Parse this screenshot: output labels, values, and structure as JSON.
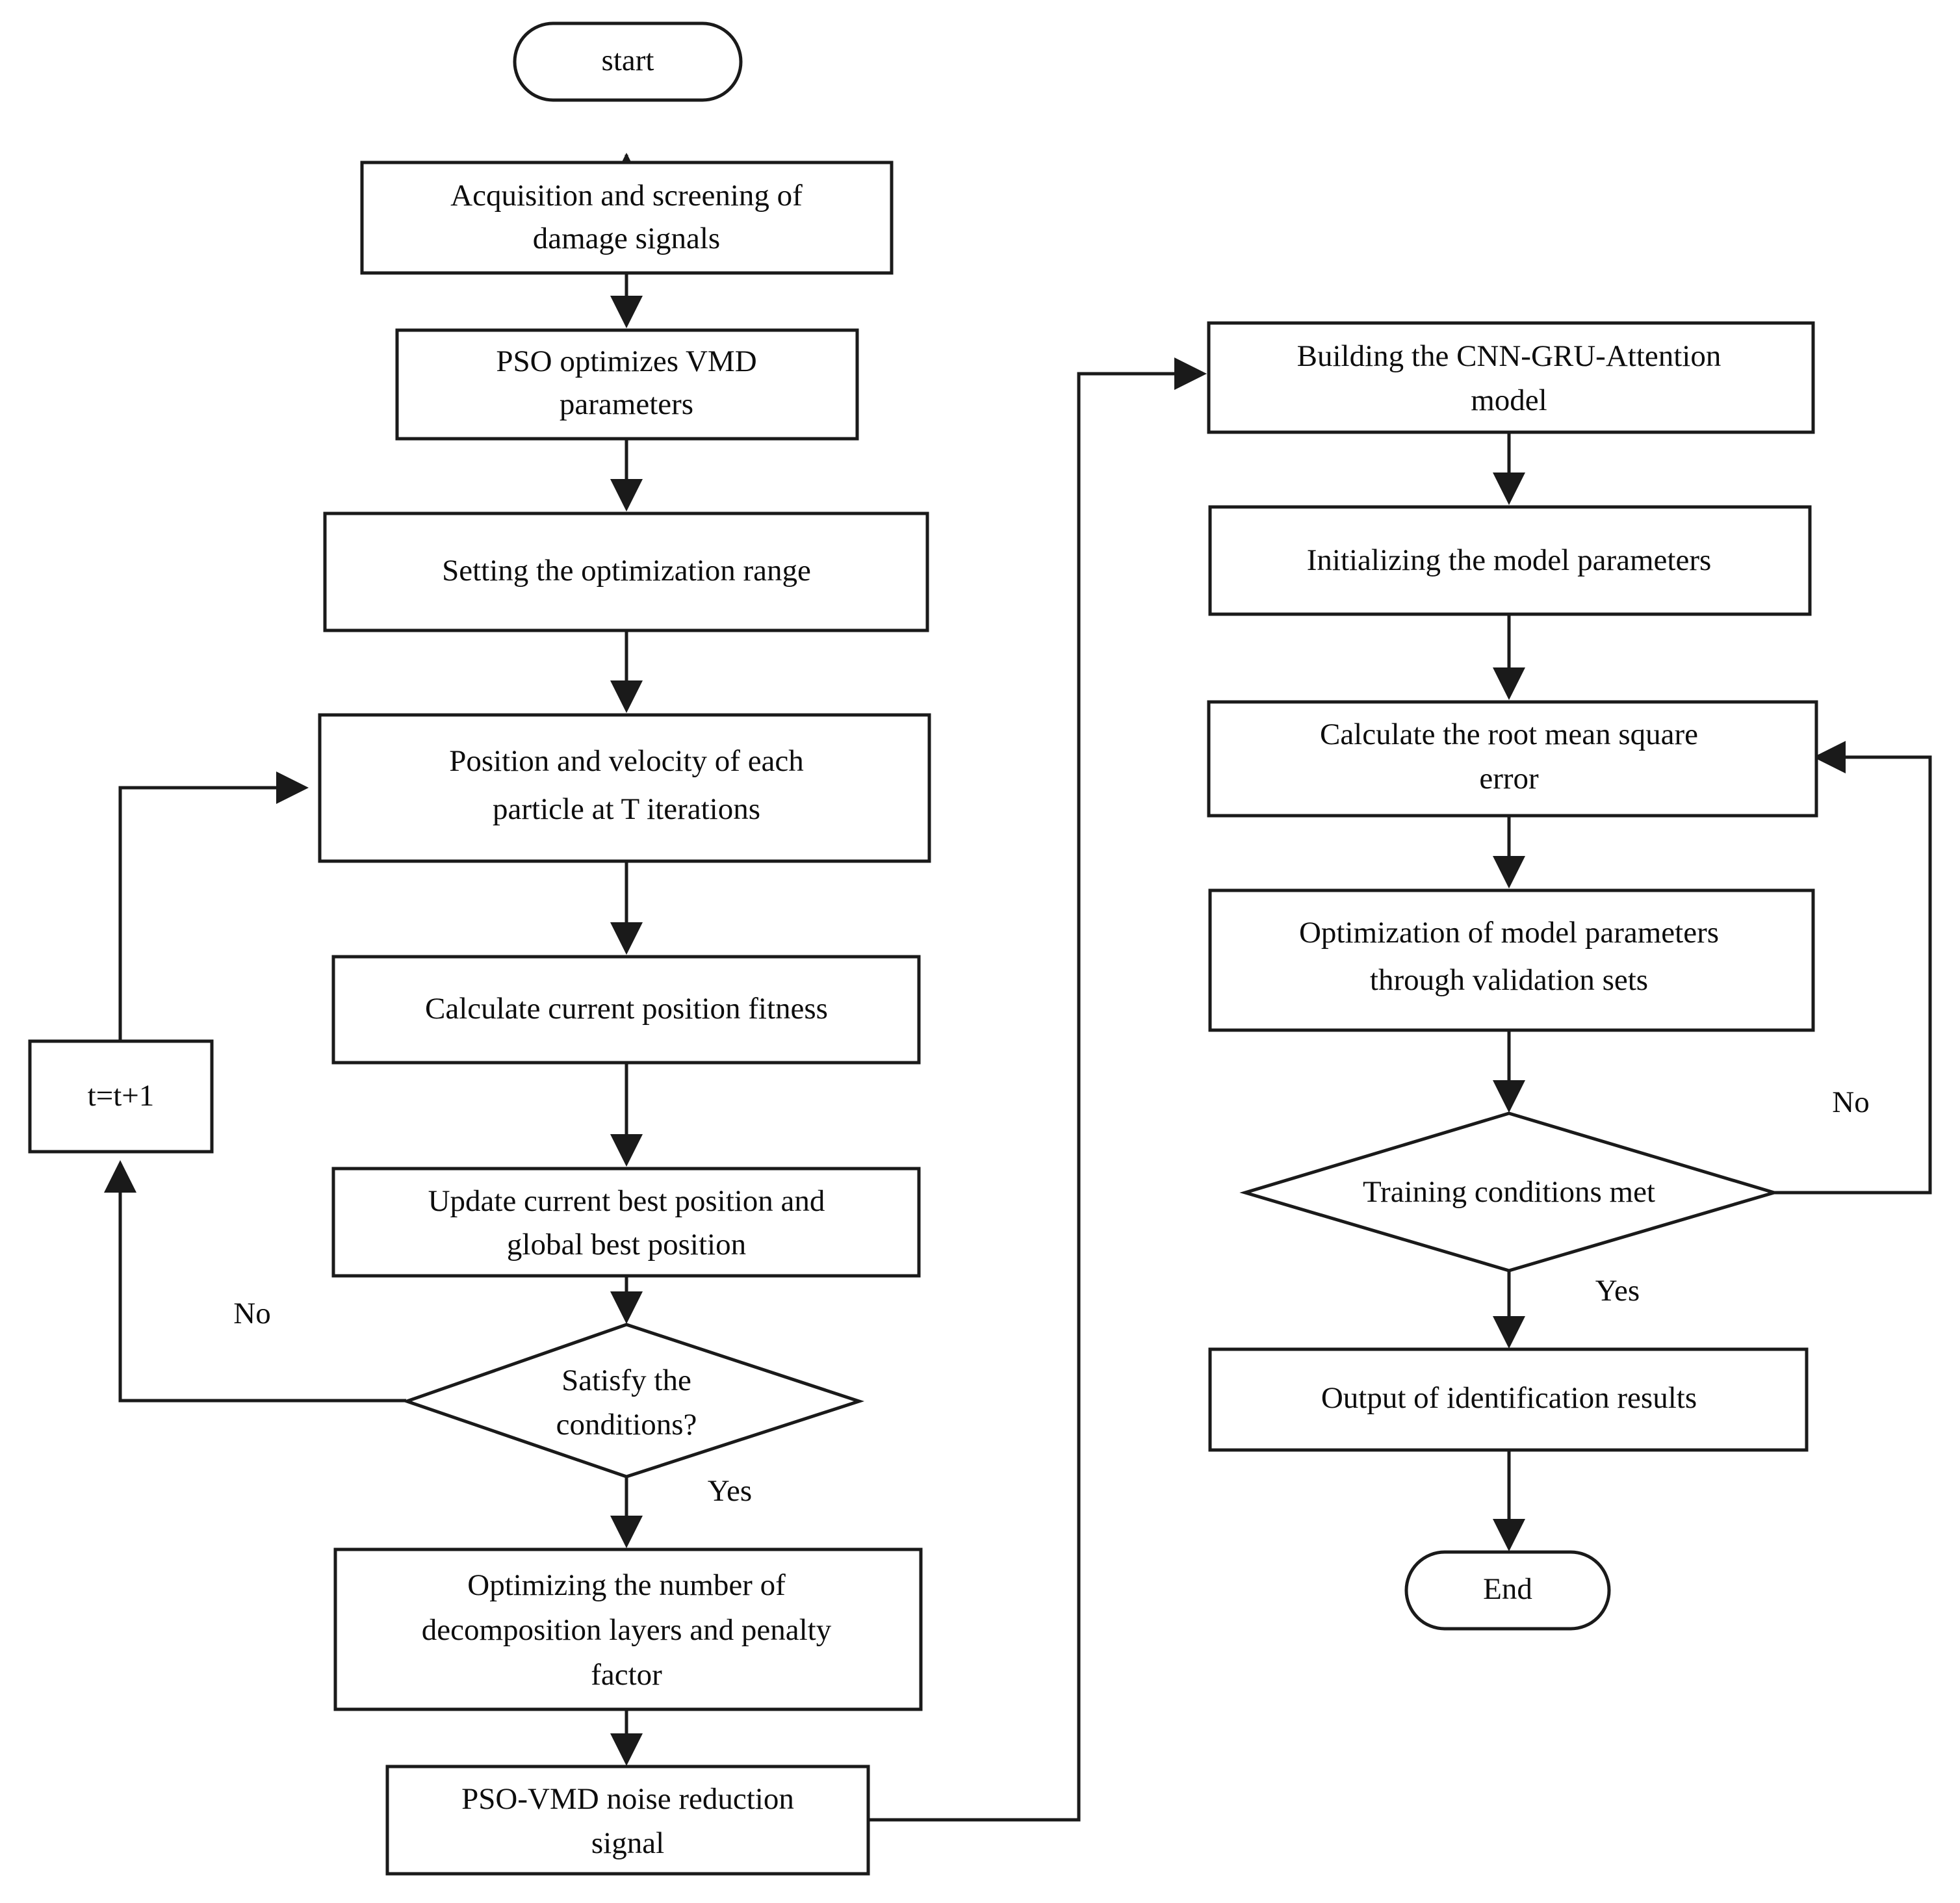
{
  "diagram": {
    "type": "flowchart",
    "title": "PSO-VMD denoising and CNN-GRU-Attention identification flowchart",
    "background_color": "#ffffff",
    "line_color": "#1a1a1a",
    "text_color": "#0d0d0d"
  },
  "nodes": {
    "start": {
      "label": "start",
      "shape": "terminator"
    },
    "acquisition": {
      "line1": "Acquisition and screening of",
      "line2": "damage signals",
      "shape": "process"
    },
    "pso_vmd": {
      "line1": "PSO optimizes VMD",
      "line2": "parameters",
      "shape": "process"
    },
    "set_range": {
      "line1": "Setting the optimization range",
      "shape": "process"
    },
    "position_velocity": {
      "line1": "Position and velocity of each",
      "line2": "particle at T iterations",
      "shape": "process"
    },
    "calc_fitness": {
      "line1": "Calculate current position fitness",
      "shape": "process"
    },
    "update_best": {
      "line1": "Update current best position and",
      "line2": "global best position",
      "shape": "process"
    },
    "increment": {
      "label": "t=t+1",
      "shape": "process"
    },
    "satisfy": {
      "line1": "Satisfy the",
      "line2": "conditions?",
      "shape": "decision"
    },
    "optimizing_layers": {
      "line1": "Optimizing the number of",
      "line2": "decomposition layers and penalty",
      "line3": "factor",
      "shape": "process"
    },
    "noise_reduction": {
      "line1": "PSO-VMD noise reduction",
      "line2": "signal",
      "shape": "process"
    },
    "build_model": {
      "line1": "Building the CNN-GRU-Attention",
      "line2": "model",
      "shape": "process"
    },
    "init_params": {
      "line1": "Initializing the model parameters",
      "shape": "process"
    },
    "calc_rmse": {
      "line1": "Calculate the root mean square",
      "line2": "error",
      "shape": "process"
    },
    "optimize_params": {
      "line1": "Optimization of model parameters",
      "line2": "through validation sets",
      "shape": "process"
    },
    "training_met": {
      "line1": "Training conditions met",
      "shape": "decision"
    },
    "output_results": {
      "line1": "Output of identification results",
      "shape": "process"
    },
    "end": {
      "label": "End",
      "shape": "terminator"
    }
  },
  "edge_labels": {
    "satisfy_no": "No",
    "satisfy_yes": "Yes",
    "training_no": "No",
    "training_yes": "Yes"
  }
}
